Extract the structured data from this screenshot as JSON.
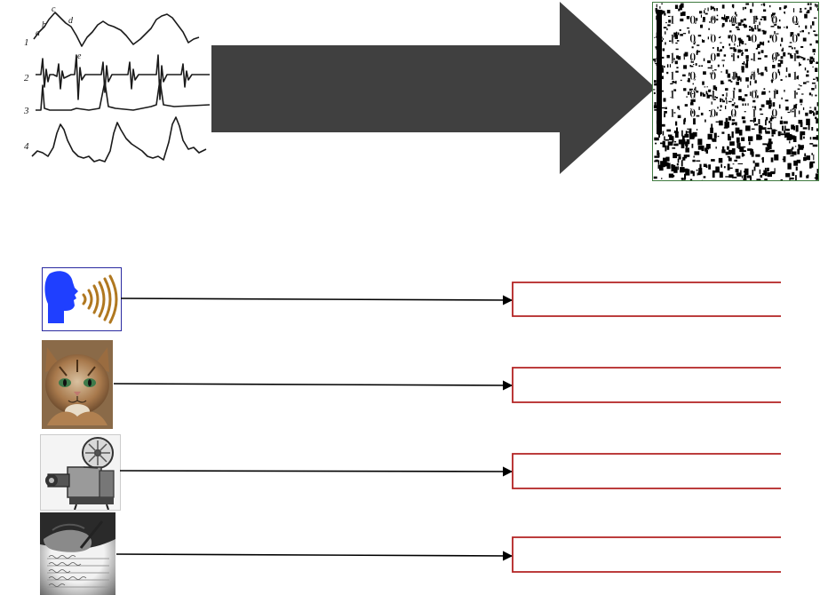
{
  "waveform": {
    "trace_numbers": [
      "1",
      "2",
      "3",
      "4"
    ],
    "point_letters": [
      "a",
      "b",
      "c",
      "d",
      "e"
    ]
  },
  "matrix": {
    "rows": [
      [
        "1",
        "0",
        "0",
        "0",
        "1",
        "0",
        "0"
      ],
      [
        "1",
        "0",
        "0",
        "0",
        "0",
        "0",
        "0"
      ],
      [
        "1",
        "0",
        "0",
        "1",
        "1",
        "0",
        "1"
      ],
      [
        "1",
        "0",
        "0",
        "1",
        "1",
        "0",
        "1"
      ],
      [
        "1",
        "0",
        "1",
        "1",
        "0",
        "1",
        "1"
      ],
      [
        "1",
        "0",
        "0",
        "0",
        "1",
        "0",
        "1"
      ]
    ]
  },
  "colors": {
    "big_arrow": "#404040",
    "slot_border": "#b22222",
    "speaker_head": "#1f3fff",
    "sound_waves": "#b07820",
    "connector": "#000000",
    "matrix_frame": "#3f7a3f"
  },
  "icons": [
    "speaker-icon",
    "cat-photo",
    "film-projector-icon",
    "handwriting-photo"
  ]
}
